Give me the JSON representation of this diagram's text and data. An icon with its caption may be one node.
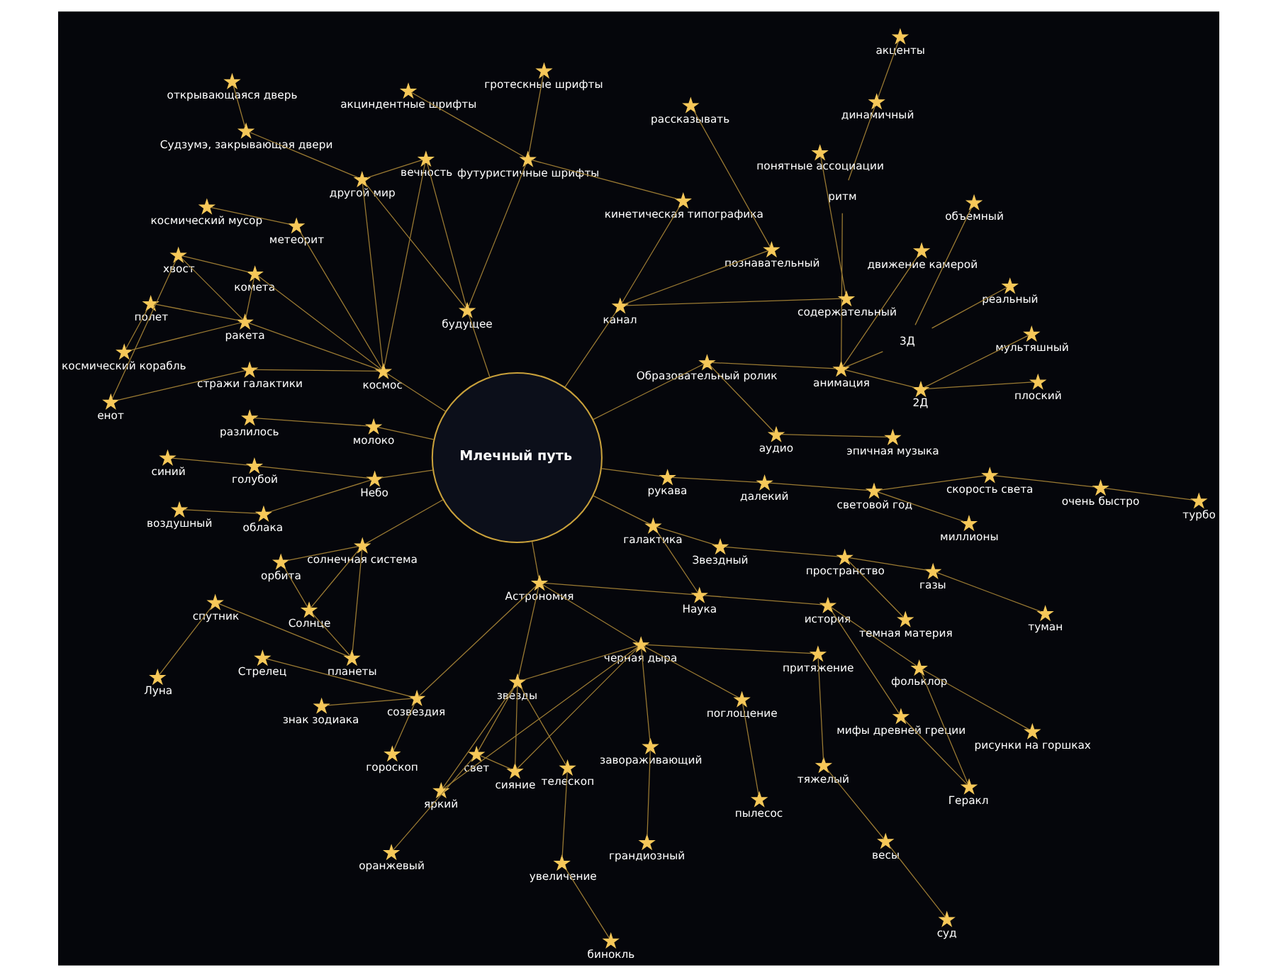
{
  "diagram": {
    "nodes": [
      {
        "text": [
          "Млечный путь"
        ]
      },
      {
        "text": [
          "Образовательный ролик"
        ]
      },
      {
        "text": [
          "аудио"
        ]
      },
      {
        "text": [
          "эпичная музыка"
        ]
      },
      {
        "text": [
          "анимация"
        ]
      },
      {
        "text": [
          "2Д"
        ]
      },
      {
        "text": [
          "плоский"
        ]
      },
      {
        "text": [
          "мультяшный"
        ]
      },
      {
        "text": [
          "3Д"
        ]
      },
      {
        "text": [
          "реальный"
        ]
      },
      {
        "text": [
          "объемный"
        ]
      },
      {
        "text": [
          "движение камерой"
        ]
      },
      {
        "text": [
          "ритм"
        ]
      },
      {
        "text": [
          "динамичный"
        ]
      },
      {
        "text": [
          "акценты"
        ]
      },
      {
        "text": [
          "канал"
        ]
      },
      {
        "text": [
          "содержательный"
        ]
      },
      {
        "text": [
          "понятные ассоциации"
        ]
      },
      {
        "text": [
          "познавательный"
        ]
      },
      {
        "text": [
          "рассказывать"
        ]
      },
      {
        "text": [
          "кинетическая типографика"
        ]
      },
      {
        "text": [
          "футуристичные шрифты"
        ]
      },
      {
        "text": [
          "гротескные шрифты"
        ]
      },
      {
        "text": [
          "акциндентные шрифты"
        ]
      },
      {
        "text": [
          "будущее"
        ]
      },
      {
        "text": [
          "вечность"
        ]
      },
      {
        "text": [
          "другой мир"
        ]
      },
      {
        "text": [
          "Судзумэ, закрывающая двери"
        ]
      },
      {
        "text": [
          "открывающаяся дверь"
        ]
      },
      {
        "text": [
          "космос"
        ]
      },
      {
        "text": [
          "метеорит"
        ]
      },
      {
        "text": [
          "космический мусор"
        ]
      },
      {
        "text": [
          "комета"
        ]
      },
      {
        "text": [
          "ракета"
        ]
      },
      {
        "text": [
          "хвост"
        ]
      },
      {
        "text": [
          "стражи галактики"
        ]
      },
      {
        "text": [
          "енот"
        ]
      },
      {
        "text": [
          "полет"
        ]
      },
      {
        "text": [
          "космический корабль"
        ]
      },
      {
        "text": [
          "молоко"
        ]
      },
      {
        "text": [
          "разлилось"
        ]
      },
      {
        "text": [
          "Небо"
        ]
      },
      {
        "text": [
          "голубой"
        ]
      },
      {
        "text": [
          "синий"
        ]
      },
      {
        "text": [
          "облака"
        ]
      },
      {
        "text": [
          "воздушный"
        ]
      },
      {
        "text": [
          "солнечная система"
        ]
      },
      {
        "text": [
          "орбита"
        ]
      },
      {
        "text": [
          "Солнце"
        ]
      },
      {
        "text": [
          "планеты"
        ]
      },
      {
        "text": [
          "спутник"
        ]
      },
      {
        "text": [
          "Луна"
        ]
      },
      {
        "text": [
          "Астрономия"
        ]
      },
      {
        "text": [
          "созвездия"
        ]
      },
      {
        "text": [
          "Стрелец"
        ]
      },
      {
        "text": [
          "знак зодиака"
        ]
      },
      {
        "text": [
          "гороскоп"
        ]
      },
      {
        "text": [
          "звезды"
        ]
      },
      {
        "text": [
          "свет"
        ]
      },
      {
        "text": [
          "оранжевый"
        ]
      },
      {
        "text": [
          "яркий"
        ]
      },
      {
        "text": [
          "сияние"
        ]
      },
      {
        "text": [
          "телескоп"
        ]
      },
      {
        "text": [
          "увеличение"
        ]
      },
      {
        "text": [
          "бинокль"
        ]
      },
      {
        "text": [
          "черная дыра"
        ]
      },
      {
        "text": [
          "завораживающий"
        ]
      },
      {
        "text": [
          "грандиозный"
        ]
      },
      {
        "text": [
          "поглощение"
        ]
      },
      {
        "text": [
          "пылесос"
        ]
      },
      {
        "text": [
          "притяжение"
        ]
      },
      {
        "text": [
          "тяжелый"
        ]
      },
      {
        "text": [
          "весы"
        ]
      },
      {
        "text": [
          "суд"
        ]
      },
      {
        "text": [
          "Наука"
        ]
      },
      {
        "text": [
          "история"
        ]
      },
      {
        "text": [
          "мифы древней греции"
        ]
      },
      {
        "text": [
          "Геракл"
        ]
      },
      {
        "text": [
          "фольклор"
        ]
      },
      {
        "text": [
          "рисунки на горшках"
        ]
      },
      {
        "text": [
          "галактика"
        ]
      },
      {
        "text": [
          "Звездный"
        ]
      },
      {
        "text": [
          "пространство"
        ]
      },
      {
        "text": [
          "темная материя"
        ]
      },
      {
        "text": [
          "газы"
        ]
      },
      {
        "text": [
          "туман"
        ]
      },
      {
        "text": [
          "рукава"
        ]
      },
      {
        "text": [
          "далекий"
        ]
      },
      {
        "text": [
          "световой год"
        ]
      },
      {
        "text": [
          "миллионы"
        ]
      },
      {
        "text": [
          "скорость света"
        ]
      },
      {
        "text": [
          "очень быстро"
        ]
      },
      {
        "text": [
          "турбо"
        ]
      }
    ],
    "edges": [
      {
        "from": 0,
        "to": 1,
        "arrow": "none"
      },
      {
        "from": 1,
        "to": 2,
        "arrow": "none"
      },
      {
        "from": 2,
        "to": 3,
        "arrow": "none"
      },
      {
        "from": 1,
        "to": 4,
        "arrow": "none"
      },
      {
        "from": 4,
        "to": 5,
        "arrow": "none"
      },
      {
        "from": 5,
        "to": 6,
        "arrow": "none"
      },
      {
        "from": 5,
        "to": 7,
        "arrow": "none"
      },
      {
        "from": 4,
        "to": 8,
        "arrow": "none"
      },
      {
        "from": 8,
        "to": 9,
        "arrow": "none"
      },
      {
        "from": 8,
        "to": 10,
        "arrow": "none"
      },
      {
        "from": 4,
        "to": 11,
        "arrow": "none"
      },
      {
        "from": 4,
        "to": 12,
        "arrow": "none"
      },
      {
        "from": 12,
        "to": 13,
        "arrow": "none"
      },
      {
        "from": 13,
        "to": 14,
        "arrow": "none"
      },
      {
        "from": 0,
        "to": 15,
        "arrow": "none"
      },
      {
        "from": 15,
        "to": 16,
        "arrow": "none"
      },
      {
        "from": 16,
        "to": 17,
        "arrow": "none"
      },
      {
        "from": 15,
        "to": 18,
        "arrow": "none"
      },
      {
        "from": 18,
        "to": 19,
        "arrow": "none"
      },
      {
        "from": 15,
        "to": 20,
        "arrow": "none"
      },
      {
        "from": 20,
        "to": 21,
        "arrow": "none"
      },
      {
        "from": 21,
        "to": 22,
        "arrow": "none"
      },
      {
        "from": 21,
        "to": 23,
        "arrow": "none"
      },
      {
        "from": 0,
        "to": 24,
        "arrow": "none"
      },
      {
        "from": 24,
        "to": 21,
        "arrow": "none"
      },
      {
        "from": 24,
        "to": 25,
        "arrow": "none"
      },
      {
        "from": 24,
        "to": 26,
        "arrow": "none"
      },
      {
        "from": 25,
        "to": 26,
        "arrow": "none"
      },
      {
        "from": 25,
        "to": 29,
        "arrow": "none"
      },
      {
        "from": 26,
        "to": 27,
        "arrow": "none"
      },
      {
        "from": 27,
        "to": 28,
        "arrow": "none"
      },
      {
        "from": 0,
        "to": 29,
        "arrow": "none"
      },
      {
        "from": 29,
        "to": 26,
        "arrow": "none"
      },
      {
        "from": 29,
        "to": 30,
        "arrow": "none"
      },
      {
        "from": 30,
        "to": 31,
        "arrow": "none"
      },
      {
        "from": 29,
        "to": 32,
        "arrow": "none"
      },
      {
        "from": 29,
        "to": 33,
        "arrow": "none"
      },
      {
        "from": 29,
        "to": 35,
        "arrow": "none"
      },
      {
        "from": 32,
        "to": 33,
        "arrow": "none"
      },
      {
        "from": 32,
        "to": 34,
        "arrow": "none"
      },
      {
        "from": 33,
        "to": 34,
        "arrow": "none"
      },
      {
        "from": 35,
        "to": 36,
        "arrow": "none"
      },
      {
        "from": 36,
        "to": 34,
        "arrow": "none"
      },
      {
        "from": 33,
        "to": 37,
        "arrow": "none"
      },
      {
        "from": 33,
        "to": 38,
        "arrow": "none"
      },
      {
        "from": 37,
        "to": 38,
        "arrow": "none"
      },
      {
        "from": 0,
        "to": 39,
        "arrow": "none"
      },
      {
        "from": 39,
        "to": 40,
        "arrow": "none"
      },
      {
        "from": 0,
        "to": 41,
        "arrow": "none"
      },
      {
        "from": 41,
        "to": 42,
        "arrow": "none"
      },
      {
        "from": 42,
        "to": 43,
        "arrow": "none"
      },
      {
        "from": 41,
        "to": 44,
        "arrow": "none"
      },
      {
        "from": 44,
        "to": 45,
        "arrow": "none"
      },
      {
        "from": 0,
        "to": 46,
        "arrow": "none"
      },
      {
        "from": 46,
        "to": 47,
        "arrow": "none"
      },
      {
        "from": 46,
        "to": 48,
        "arrow": "none"
      },
      {
        "from": 46,
        "to": 49,
        "arrow": "none"
      },
      {
        "from": 47,
        "to": 48,
        "arrow": "none"
      },
      {
        "from": 48,
        "to": 49,
        "arrow": "none"
      },
      {
        "from": 49,
        "to": 50,
        "arrow": "none"
      },
      {
        "from": 50,
        "to": 51,
        "arrow": "none"
      },
      {
        "from": 0,
        "to": 52,
        "arrow": "none"
      },
      {
        "from": 52,
        "to": 53,
        "arrow": "none"
      },
      {
        "from": 53,
        "to": 54,
        "arrow": "none"
      },
      {
        "from": 53,
        "to": 55,
        "arrow": "none"
      },
      {
        "from": 53,
        "to": 56,
        "arrow": "none"
      },
      {
        "from": 52,
        "to": 57,
        "arrow": "none"
      },
      {
        "from": 57,
        "to": 58,
        "arrow": "none"
      },
      {
        "from": 58,
        "to": 59,
        "arrow": "none"
      },
      {
        "from": 57,
        "to": 60,
        "arrow": "none"
      },
      {
        "from": 57,
        "to": 61,
        "arrow": "none"
      },
      {
        "from": 58,
        "to": 61,
        "arrow": "none"
      },
      {
        "from": 57,
        "to": 62,
        "arrow": "none"
      },
      {
        "from": 62,
        "to": 63,
        "arrow": "none"
      },
      {
        "from": 63,
        "to": 64,
        "arrow": "none"
      },
      {
        "from": 52,
        "to": 65,
        "arrow": "none"
      },
      {
        "from": 57,
        "to": 65,
        "arrow": "none"
      },
      {
        "from": 60,
        "to": 65,
        "arrow": "none"
      },
      {
        "from": 61,
        "to": 65,
        "arrow": "none"
      },
      {
        "from": 65,
        "to": 66,
        "arrow": "none"
      },
      {
        "from": 66,
        "to": 67,
        "arrow": "none"
      },
      {
        "from": 65,
        "to": 68,
        "arrow": "none"
      },
      {
        "from": 68,
        "to": 69,
        "arrow": "none"
      },
      {
        "from": 65,
        "to": 70,
        "arrow": "none"
      },
      {
        "from": 70,
        "to": 71,
        "arrow": "none"
      },
      {
        "from": 71,
        "to": 72,
        "arrow": "none"
      },
      {
        "from": 72,
        "to": 73,
        "arrow": "none"
      },
      {
        "from": 74,
        "to": 52,
        "arrow": "none"
      },
      {
        "from": 74,
        "to": 80,
        "arrow": "none"
      },
      {
        "from": 74,
        "to": 75,
        "arrow": "none"
      },
      {
        "from": 75,
        "to": 76,
        "arrow": "none"
      },
      {
        "from": 76,
        "to": 77,
        "arrow": "none"
      },
      {
        "from": 77,
        "to": 78,
        "arrow": "none"
      },
      {
        "from": 79,
        "to": 78,
        "arrow": "none"
      },
      {
        "from": 78,
        "to": 75,
        "arrow": "none"
      },
      {
        "from": 0,
        "to": 80,
        "arrow": "none"
      },
      {
        "from": 80,
        "to": 81,
        "arrow": "none"
      },
      {
        "from": 81,
        "to": 82,
        "arrow": "none"
      },
      {
        "from": 82,
        "to": 83,
        "arrow": "none"
      },
      {
        "from": 82,
        "to": 84,
        "arrow": "none"
      },
      {
        "from": 84,
        "to": 85,
        "arrow": "none"
      },
      {
        "from": 0,
        "to": 86,
        "arrow": "none"
      },
      {
        "from": 86,
        "to": 87,
        "arrow": "none"
      },
      {
        "from": 87,
        "to": 88,
        "arrow": "none"
      },
      {
        "from": 88,
        "to": 89,
        "arrow": "none"
      },
      {
        "from": 88,
        "to": 90,
        "arrow": "none"
      },
      {
        "from": 90,
        "to": 91,
        "arrow": "none"
      },
      {
        "from": 91,
        "to": 92,
        "arrow": "none"
      }
    ]
  }
}
